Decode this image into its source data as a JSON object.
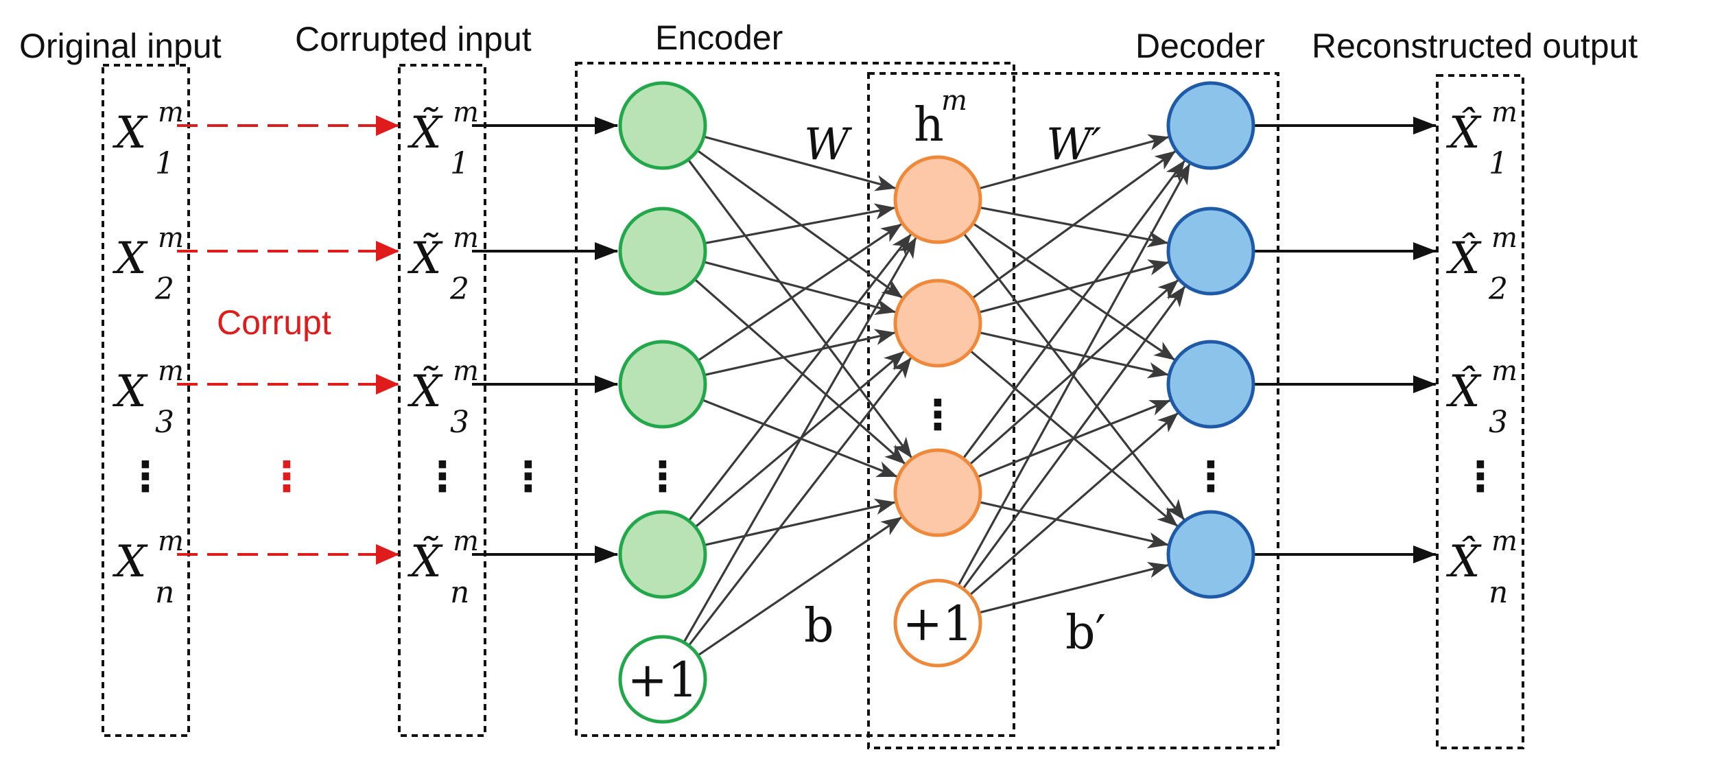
{
  "headers": {
    "original_input": "Original input",
    "corrupted_input": "Corrupted input",
    "encoder": "Encoder",
    "decoder": "Decoder",
    "reconstructed_output": "Reconstructed output"
  },
  "corrupt_label": "Corrupt",
  "superscript": "m",
  "symbols": {
    "x": "X",
    "x_tilde": "X̃",
    "x_hat": "X̂",
    "hidden": "h",
    "weight_enc": "W",
    "weight_dec": "W′",
    "bias_enc": "b",
    "bias_dec": "b′",
    "bias_unit": "+1"
  },
  "subscripts": [
    "1",
    "2",
    "3",
    "n"
  ],
  "ellipsis": "⋮",
  "colors": {
    "encoder_fill": "#b9e3b4",
    "encoder_stroke": "#22a84a",
    "hidden_fill": "#fcc8a8",
    "hidden_stroke": "#f0883a",
    "decoder_fill": "#8cc3ea",
    "decoder_stroke": "#1e5aa8",
    "corrupt": "#e01b1b",
    "edge": "#3a3a3a"
  }
}
